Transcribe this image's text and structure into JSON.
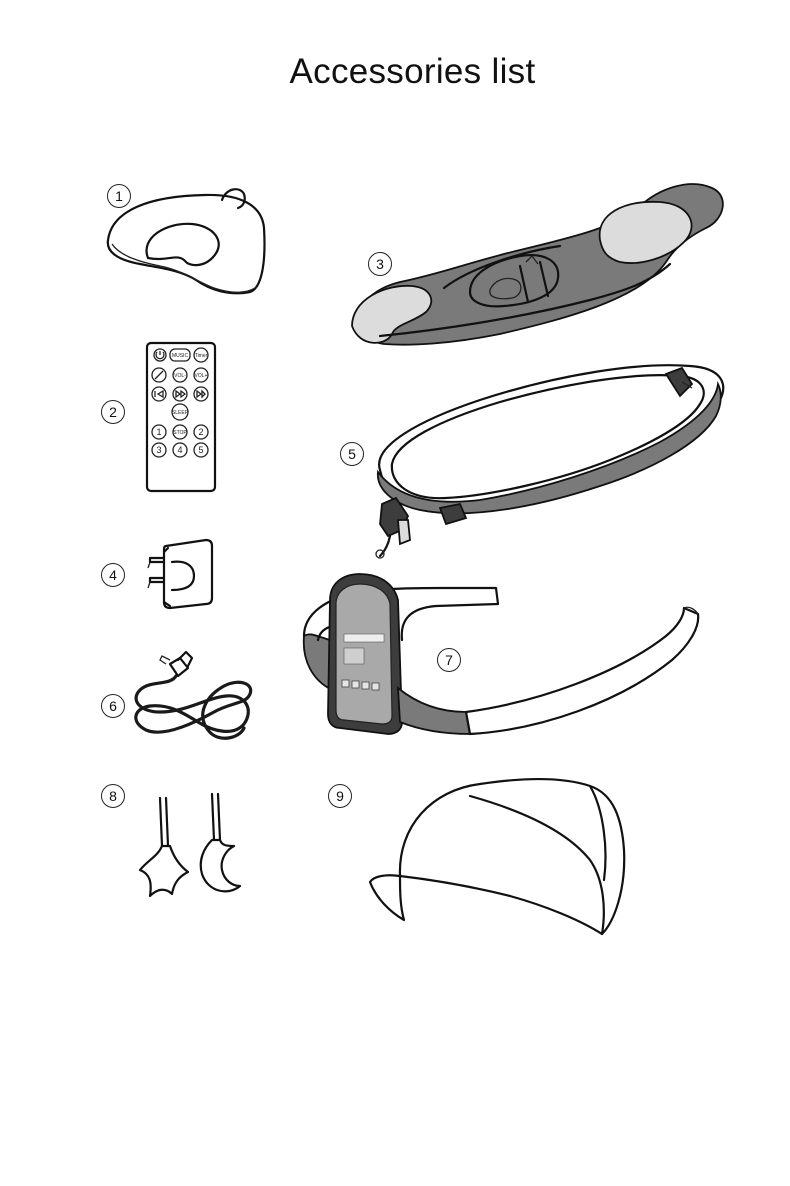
{
  "title": "Accessories list",
  "items": [
    {
      "number": "1",
      "name": "head-pillow"
    },
    {
      "number": "2",
      "name": "remote-control"
    },
    {
      "number": "3",
      "name": "seat-cushion"
    },
    {
      "number": "4",
      "name": "power-adapter"
    },
    {
      "number": "5",
      "name": "seat-frame"
    },
    {
      "number": "6",
      "name": "usb-cable"
    },
    {
      "number": "7",
      "name": "base-control-unit"
    },
    {
      "number": "8",
      "name": "hanging-toys"
    },
    {
      "number": "9",
      "name": "canopy"
    }
  ],
  "remote": {
    "top_labels": [
      "MUSIC",
      "Timer"
    ],
    "vol_labels": [
      "VOL-",
      "VOL+"
    ],
    "sleep_label": "SLEEP",
    "stop_label": "STOP",
    "number_keys": [
      "1",
      "2",
      "3",
      "4",
      "5"
    ]
  }
}
